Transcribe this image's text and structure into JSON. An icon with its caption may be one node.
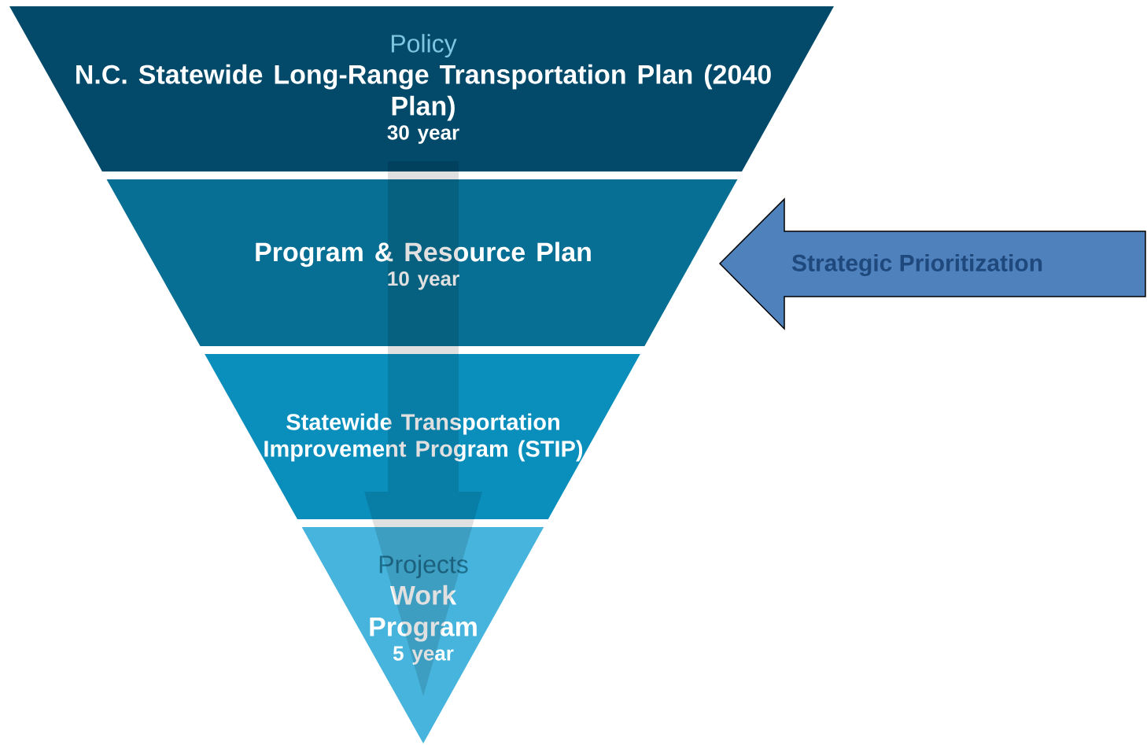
{
  "diagram": {
    "nodes": [
      {
        "text": [
          "Policy",
          "N.C. Statewide Long-Range Transportation Plan (2040 Plan)",
          "30 year"
        ]
      },
      {
        "text": [
          "Program & Resource Plan",
          "10 year"
        ]
      },
      {
        "text": [
          "Statewide Transportation Improvement Program (STIP)"
        ]
      },
      {
        "text": [
          "Projects",
          "Work Program",
          "5 year"
        ]
      },
      {
        "text": [
          "Strategic Prioritization"
        ]
      }
    ],
    "edges": [
      {
        "from": 0,
        "to": 3,
        "arrow": "to"
      }
    ]
  }
}
